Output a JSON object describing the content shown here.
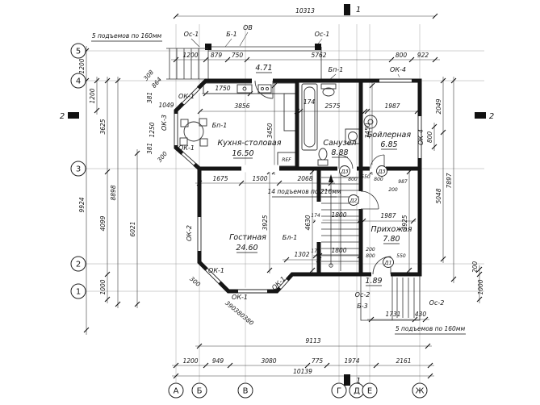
{
  "axes": {
    "v": [
      "5",
      "4",
      "3",
      "2",
      "1"
    ],
    "h": [
      "А",
      "Б",
      "В",
      "Г",
      "Д",
      "Е",
      "Ж"
    ]
  },
  "sections": {
    "one": "1",
    "two": "2"
  },
  "rooms": {
    "terrace": {
      "area": "4.71"
    },
    "kitchen": {
      "name": "Кухня-столовая",
      "area": "16.50"
    },
    "bath": {
      "name": "Санузел",
      "area": "8.88"
    },
    "boiler": {
      "name": "Бойлерная",
      "area": "6.85"
    },
    "living": {
      "name": "Гостиная",
      "area": "24.60"
    },
    "hall": {
      "name": "Прихожая",
      "area": "7.80"
    },
    "porch": {
      "area": "1.89"
    }
  },
  "notes": {
    "steps160": "5 подъемов по 160мм",
    "steps216": "14 подъемов по 216мм",
    "fridge": "REF"
  },
  "marks": {
    "os1": "Ос-1",
    "os2": "Ос-2",
    "b1": "Б-1",
    "b3": "Б-3",
    "ov": "ОВ",
    "bp1": "Бп-1",
    "bl1": "Бл-1",
    "ok1": "ОК-1",
    "ok2": "ОК-2",
    "ok3": "ОК-3",
    "ok4": "ОК-4",
    "d1": "Д1",
    "d2": "Д2",
    "d3": "Д3"
  },
  "dims": {
    "n10313": "10313",
    "n10139": "10139",
    "n9113": "9113",
    "n1200": "1200",
    "n879": "879",
    "n750": "750",
    "n5762": "5762",
    "n800": "800",
    "n922": "922",
    "n308": "308",
    "n864": "864",
    "n1049": "1049",
    "n381": "381",
    "n1250": "1250",
    "n300": "300",
    "n3625": "3625",
    "n9924": "9924",
    "n8898": "8898",
    "n6021": "6021",
    "n4099": "4099",
    "n1000": "1000",
    "n3856": "3856",
    "n1750": "1750",
    "n3450": "3450",
    "n174": "174",
    "n2575": "2575",
    "n1987": "1987",
    "n2049": "2049",
    "n1675": "1675",
    "n1500": "1500",
    "n2068": "2068",
    "n550": "550",
    "n987": "987",
    "n200": "200",
    "n3925": "3925",
    "n4630": "4630",
    "n1800": "1800",
    "n1302": "1302",
    "n5048": "5048",
    "n7897": "7897",
    "n390": "390",
    "n380": "380",
    "n1731": "1731",
    "n430": "430",
    "n949": "949",
    "n3080": "3080",
    "n775": "775",
    "n1974": "1974",
    "n2161": "2161"
  },
  "colors": {
    "ink": "#161616",
    "paper": "#ffffff"
  }
}
